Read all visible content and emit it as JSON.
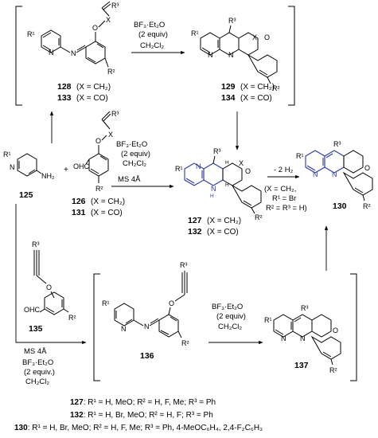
{
  "compounds": {
    "c125": "125",
    "c126": "126",
    "c131": "131",
    "c128": "128",
    "c133": "133",
    "c129": "129",
    "c134": "134",
    "c127": "127",
    "c132": "132",
    "c130": "130",
    "c135": "135",
    "c136": "136",
    "c137": "137"
  },
  "x_labels": {
    "x128": "(X = CH₂)",
    "x133": "(X = CO)",
    "x129": "(X = CH₂)",
    "x134": "(X = CO)",
    "x126": "(X = CH₂)",
    "x131": "(X = CO)",
    "x127": "(X = CH₂)",
    "x132": "(X = CO)"
  },
  "conditions": {
    "lewis_acid": "BF₃·Et₂O",
    "equiv": "(2 equiv)",
    "equiv_dot": "(2 equiv.)",
    "solvent": "CH₂Cl₂",
    "sieves": "MS 4Å",
    "dehydro": "- 2 H₂",
    "dehydro_x": "(X = CH₂,",
    "dehydro_r1": "R¹ = Br",
    "dehydro_r23": "R² = R³ = H)"
  },
  "atoms": {
    "N": "N",
    "O": "O",
    "X": "X",
    "H": "H",
    "NH2": "NH₂",
    "NH": "N",
    "CHO": "OHC",
    "R1": "R¹",
    "R2": "R²",
    "R3": "R³",
    "plus": "+"
  },
  "footnotes": {
    "f127_num": "127",
    "f127_text": ": R¹ = H, MeO; R² = H, F, Me; R³ = Ph",
    "f132_num": "132",
    "f132_text": ": R¹ = H, Br, MeO; R² = H, F; R³ = Ph",
    "f130_num": "130",
    "f130_text": ": R¹ = H, Br, MeO; R² = H, F, Me; R³ = Ph, 4-MeOC₆H₄, 2,4-F₂C₆H₃"
  }
}
